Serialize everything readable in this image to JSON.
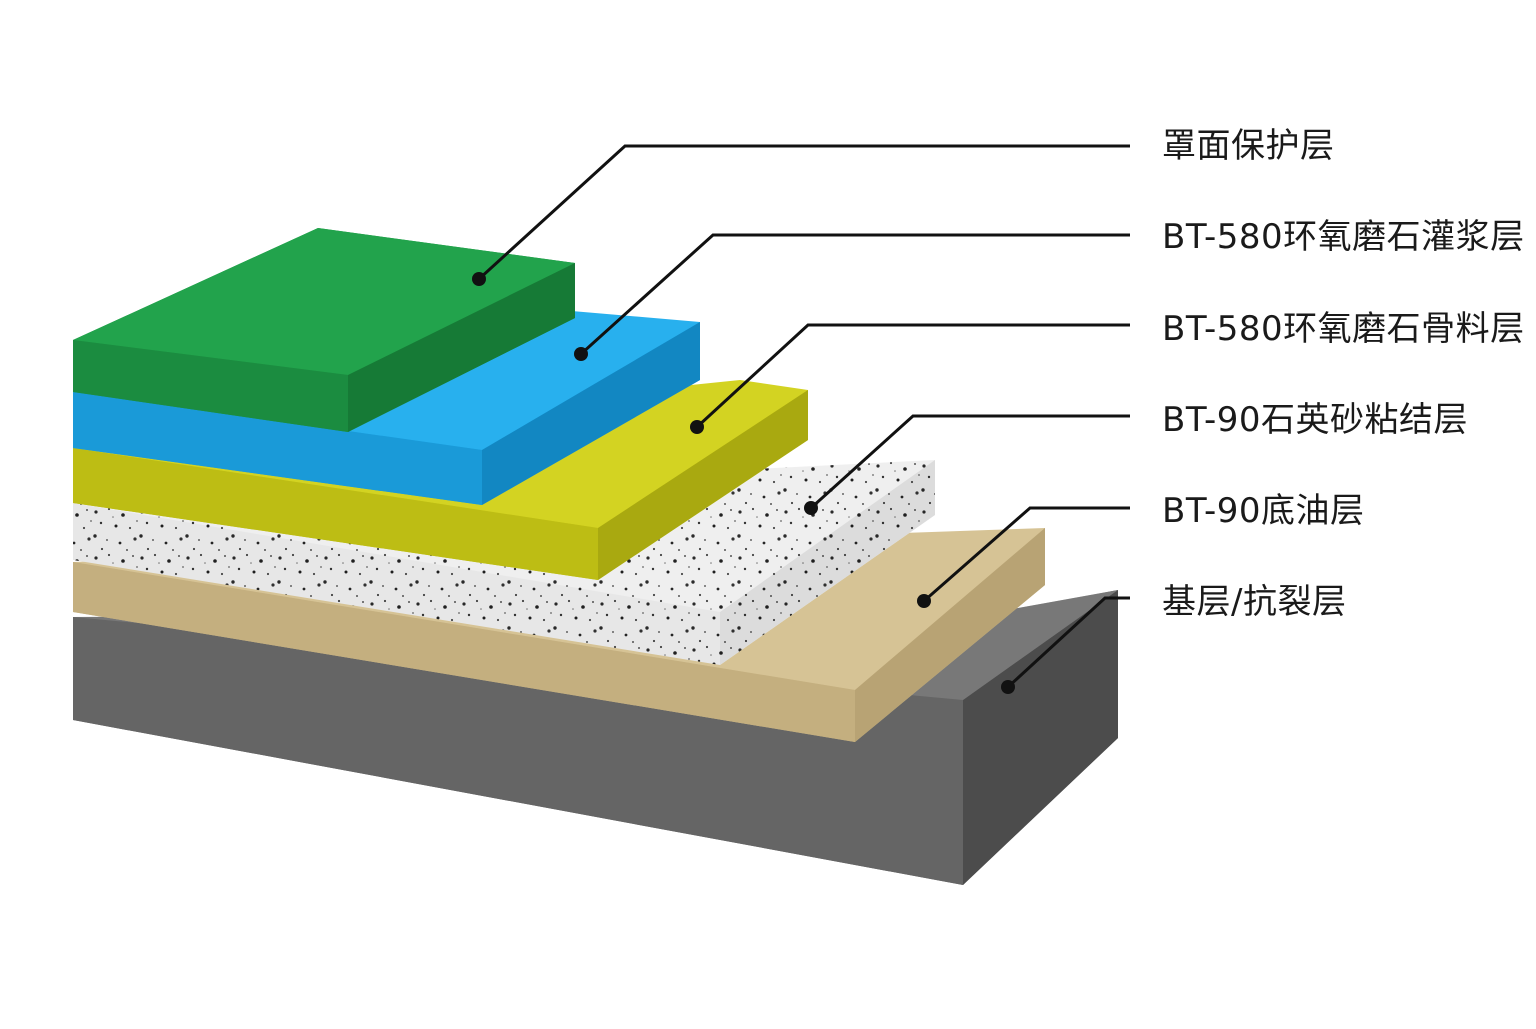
{
  "layers": [
    {
      "key": "topcoat",
      "label": "罩面保护层",
      "color": "#1f9a46"
    },
    {
      "key": "slurry",
      "label": "BT-580环氧磨石灌浆层",
      "color": "#1ea6e6"
    },
    {
      "key": "aggregate",
      "label": "BT-580环氧磨石骨料层",
      "color": "#c9c917"
    },
    {
      "key": "quartz",
      "label": "BT-90石英砂粘结层",
      "color": "#ececec"
    },
    {
      "key": "primer",
      "label": "BT-90底油层",
      "color": "#cdb98a"
    },
    {
      "key": "substrate",
      "label": "基层/抗裂层",
      "color": "#6b6b6b"
    }
  ]
}
